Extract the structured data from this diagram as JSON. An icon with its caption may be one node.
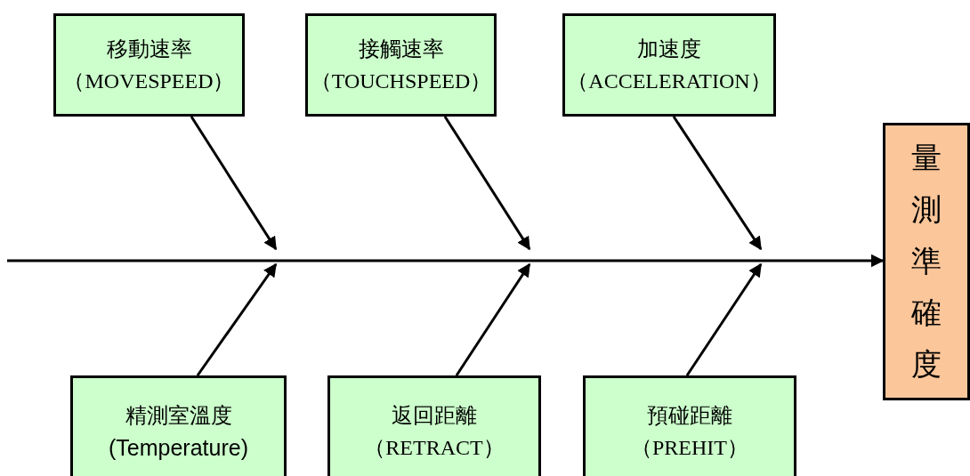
{
  "diagram": {
    "nodes": [
      {
        "text": [
          "移動速率",
          "（MOVESPEED）"
        ]
      },
      {
        "text": [
          "接觸速率",
          "（TOUCHSPEED）"
        ]
      },
      {
        "text": [
          "加速度",
          "（ACCELERATION）"
        ]
      },
      {
        "text": [
          "精測室溫度",
          "(Temperature)"
        ]
      },
      {
        "text": [
          "返回距離",
          "（RETRACT）"
        ]
      },
      {
        "text": [
          "預碰距離",
          "（PREHIT）"
        ]
      },
      {
        "text": [
          "量測準確度"
        ]
      }
    ],
    "edges": [
      {
        "from": 0,
        "to": null,
        "arrow": "to"
      },
      {
        "from": 1,
        "to": null,
        "arrow": "to"
      },
      {
        "from": 2,
        "to": null,
        "arrow": "to"
      },
      {
        "from": 3,
        "to": null,
        "arrow": "to"
      },
      {
        "from": 4,
        "to": null,
        "arrow": "to"
      },
      {
        "from": 5,
        "to": null,
        "arrow": "to"
      },
      {
        "from": null,
        "to": 6,
        "arrow": "to"
      }
    ]
  }
}
